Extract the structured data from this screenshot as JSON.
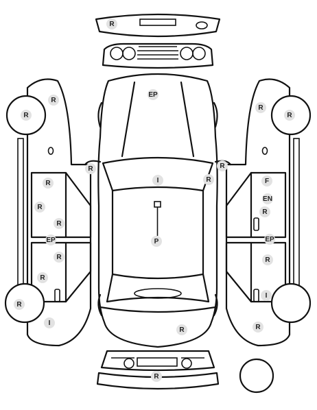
{
  "colors": {
    "line": "#111111",
    "marker_fill": "#e2e2e2",
    "marker_text": "#222222"
  },
  "markers": [
    {
      "code": "R"
    },
    {
      "code": "EP"
    },
    {
      "code": "R"
    },
    {
      "code": "R"
    },
    {
      "code": "R"
    },
    {
      "code": "R"
    },
    {
      "code": "I"
    },
    {
      "code": "R"
    },
    {
      "code": "R"
    },
    {
      "code": "P"
    },
    {
      "code": "R"
    },
    {
      "code": "R"
    },
    {
      "code": "R"
    },
    {
      "code": "R"
    },
    {
      "code": "EP"
    },
    {
      "code": "R"
    },
    {
      "code": "R"
    },
    {
      "code": "I"
    },
    {
      "code": "R"
    },
    {
      "code": "R"
    },
    {
      "code": "F"
    },
    {
      "code": "EN"
    },
    {
      "code": "R"
    },
    {
      "code": "EP"
    },
    {
      "code": "R"
    },
    {
      "code": "I"
    },
    {
      "code": "R"
    },
    {
      "code": "R"
    }
  ]
}
